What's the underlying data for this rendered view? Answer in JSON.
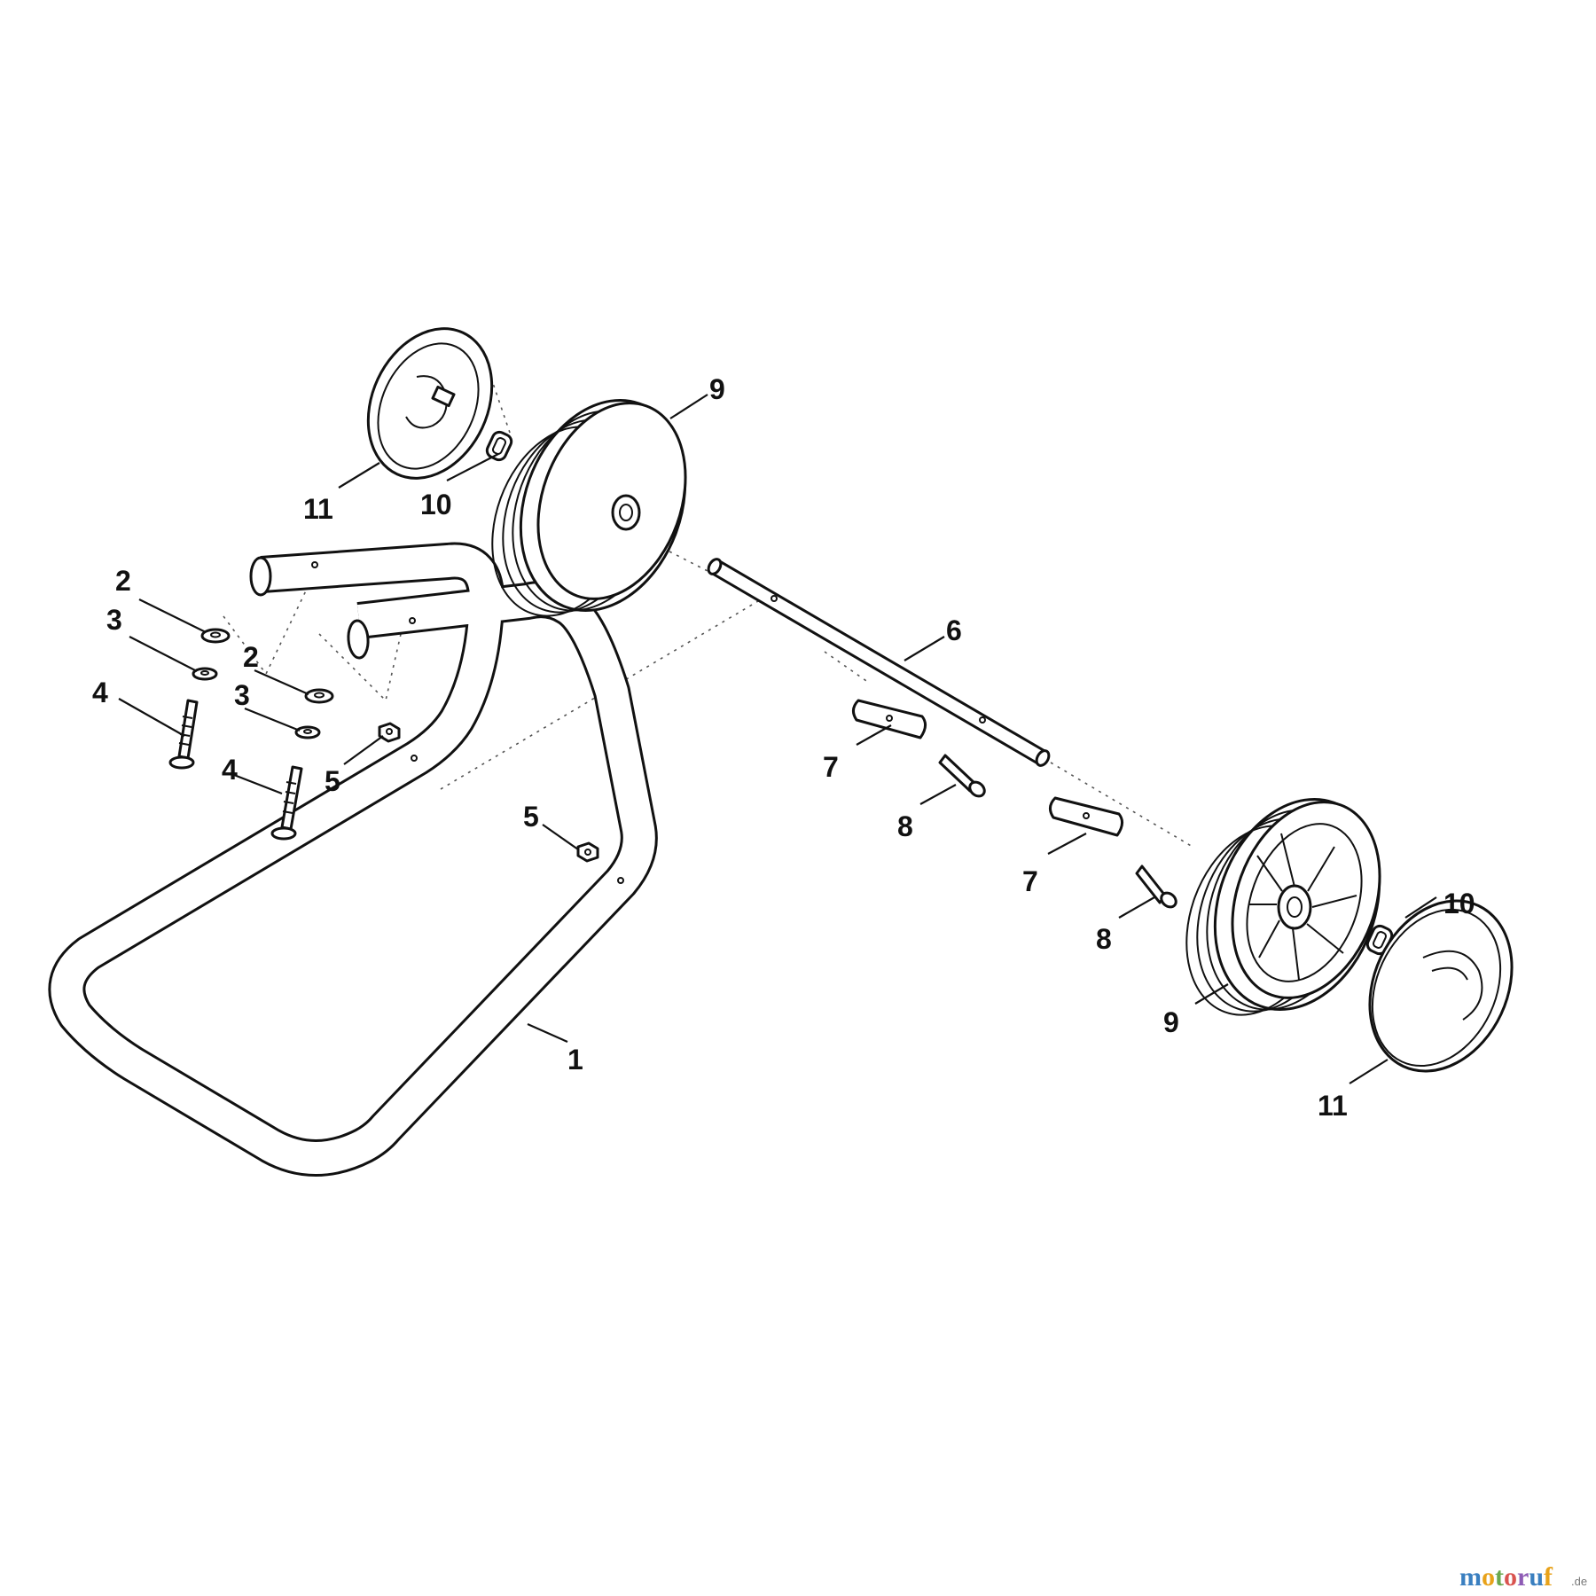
{
  "callouts": {
    "frame": "1",
    "washer_upper": "2",
    "washer_lower": "3",
    "bolt": "4",
    "nut": "5",
    "axle": "6",
    "axle_clamp": "7",
    "clamp_screw": "8",
    "wheel": "9",
    "retaining_clip": "10",
    "hub_cap": "11"
  },
  "watermark": {
    "letters": [
      "m",
      "o",
      "t",
      "o",
      "r",
      "u",
      "f"
    ],
    "suffix": ".de",
    "colors": [
      "#3a7fc0",
      "#e8a21a",
      "#6aa84f",
      "#d9534f",
      "#8e5bb5",
      "#3a7fc0",
      "#e8a21a"
    ]
  }
}
